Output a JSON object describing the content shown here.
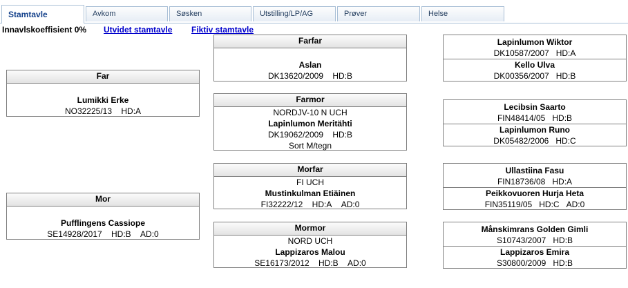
{
  "tabs": [
    "Stamtavle",
    "Avkom",
    "Søsken",
    "Utstilling/LP/AG",
    "Prøver",
    "Helse"
  ],
  "inbreeding": "Innavlskoeffisient 0%",
  "links": {
    "extended": "Utvidet stamtavle",
    "fictive": "Fiktiv stamtavle"
  },
  "far": {
    "label": "Far",
    "name": "Lumikki Erke",
    "reg": "NO32225/13",
    "hd": "HD:A"
  },
  "mor": {
    "label": "Mor",
    "name": "Pufflingens Cassiope",
    "reg": "SE14928/2017",
    "hd": "HD:B",
    "ad": "AD:0"
  },
  "farfar": {
    "label": "Farfar",
    "name": "Aslan",
    "reg": "DK13620/2009",
    "hd": "HD:B"
  },
  "farmor": {
    "label": "Farmor",
    "titles": "NORDJV-10 N UCH",
    "name": "Lapinlumon Meritähti",
    "reg": "DK19062/2009",
    "hd": "HD:B",
    "color": "Sort M/tegn"
  },
  "morfar": {
    "label": "Morfar",
    "titles": "FI UCH",
    "name": "Mustinkulman Etiäinen",
    "reg": "FI32222/12",
    "hd": "HD:A",
    "ad": "AD:0"
  },
  "mormor": {
    "label": "Mormor",
    "titles": "NORD UCH",
    "name": "Lappizaros Malou",
    "reg": "SE16173/2012",
    "hd": "HD:B",
    "ad": "AD:0"
  },
  "gen3": [
    {
      "name": "Lapinlumon Wiktor",
      "reg": "DK10587/2007",
      "hd": "HD:A"
    },
    {
      "name": "Kello Ulva",
      "reg": "DK00356/2007",
      "hd": "HD:B"
    },
    {
      "name": "Lecibsin Saarto",
      "reg": "FIN48414/05",
      "hd": "HD:B"
    },
    {
      "name": "Lapinlumon Runo",
      "reg": "DK05482/2006",
      "hd": "HD:C"
    },
    {
      "name": "Ullastiina Fasu",
      "reg": "FIN18736/08",
      "hd": "HD:A"
    },
    {
      "name": "Peikkovuoren Hurja Heta",
      "reg": "FIN35119/05",
      "hd": "HD:C",
      "ad": "AD:0"
    },
    {
      "name": "Månskimrans Golden Gimli",
      "reg": "S10743/2007",
      "hd": "HD:B"
    },
    {
      "name": "Lappizaros Emira",
      "reg": "S30800/2009",
      "hd": "HD:B"
    }
  ]
}
